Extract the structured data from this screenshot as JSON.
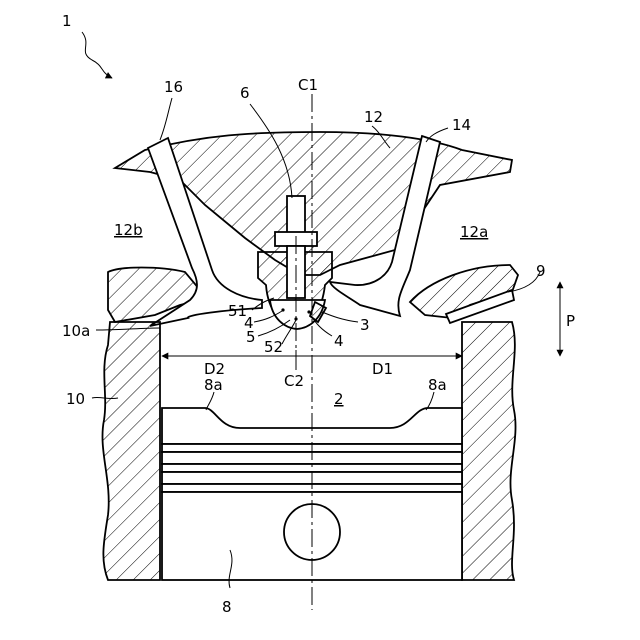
{
  "figure": {
    "labels": {
      "assembly": "1",
      "combustion_chamber": "2",
      "injector_tip": "3",
      "nozzle_hole_right": "4",
      "nozzle_hole_left": "4",
      "nozzle_body": "5",
      "nozzle_part_51": "51",
      "nozzle_part_52": "52",
      "injector": "6",
      "piston": "8",
      "cavity_left": "8a",
      "cavity_right": "8a",
      "spark_plug": "9",
      "cylinder_block": "10",
      "bore_wall": "10a",
      "cylinder_head": "12",
      "intake_port": "12a",
      "exhaust_port": "12b",
      "intake_valve": "14",
      "exhaust_valve": "16",
      "axis_c1": "C1",
      "axis_c2": "C2",
      "dim_d1": "D1",
      "dim_d2": "D2",
      "direction_p": "P"
    }
  }
}
